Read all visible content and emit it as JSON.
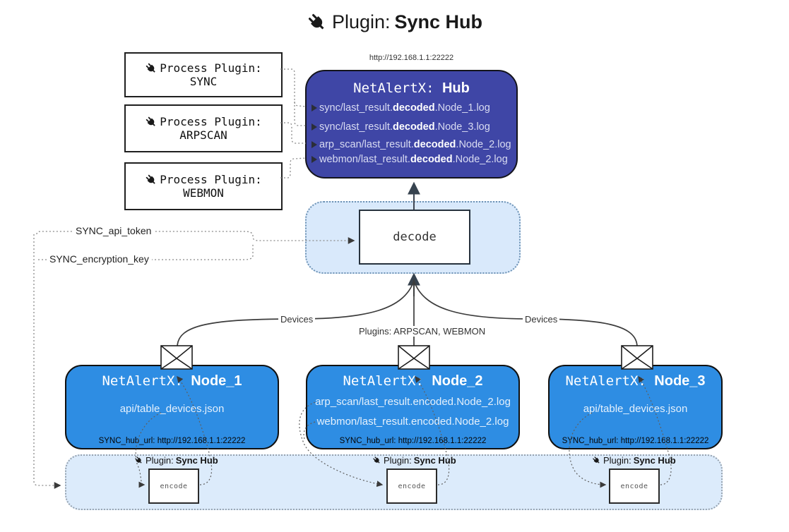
{
  "title": {
    "prefix": "Plugin: ",
    "bold": "Sync Hub"
  },
  "hub_url_top": "http://192.168.1.1:22222",
  "process_plugins": [
    {
      "line1": "Process Plugin:",
      "line2": "SYNC"
    },
    {
      "line1": "Process Plugin:",
      "line2": "ARPSCAN"
    },
    {
      "line1": "Process Plugin:",
      "line2": "WEBMON"
    }
  ],
  "hub": {
    "title_prefix": "NetAlertX: ",
    "title_bold": "Hub",
    "files": [
      {
        "pre": "sync/last_result.",
        "bold": "decoded",
        "post": ".Node_1.log"
      },
      {
        "pre": "sync/last_result.",
        "bold": "decoded",
        "post": ".Node_3.log"
      },
      {
        "pre": "arp_scan/last_result.",
        "bold": "decoded",
        "post": ".Node_2.log"
      },
      {
        "pre": "webmon/last_result.",
        "bold": "decoded",
        "post": ".Node_2.log"
      }
    ]
  },
  "decode": {
    "label": "decode"
  },
  "config": {
    "api_token": "SYNC_api_token",
    "encryption_key": "SYNC_encryption_key"
  },
  "edge_labels": {
    "left": "Devices",
    "middle": "Plugins: ARPSCAN, WEBMON",
    "right": "Devices"
  },
  "nodes": [
    {
      "title_prefix": "NetAlertX: ",
      "title_bold": "Node_1",
      "files": [
        "api/table_devices.json"
      ],
      "hub_url": "SYNC_hub_url: http://192.168.1.1:22222"
    },
    {
      "title_prefix": "NetAlertX: ",
      "title_bold": "Node_2",
      "files": [
        "arp_scan/last_result.encoded.Node_2.log",
        "webmon/last_result.encoded.Node_2.log"
      ],
      "hub_url": "SYNC_hub_url: http://192.168.1.1:22222"
    },
    {
      "title_prefix": "NetAlertX: ",
      "title_bold": "Node_3",
      "files": [
        "api/table_devices.json"
      ],
      "hub_url": "SYNC_hub_url: http://192.168.1.1:22222"
    }
  ],
  "encode_panel": {
    "sections": [
      {
        "label_prefix": "Plugin: ",
        "label_bold": "Sync Hub",
        "box_label": "encode"
      },
      {
        "label_prefix": "Plugin: ",
        "label_bold": "Sync Hub",
        "box_label": "encode"
      },
      {
        "label_prefix": "Plugin: ",
        "label_bold": "Sync Hub",
        "box_label": "encode"
      }
    ]
  },
  "colors": {
    "hub_bg": "#3f46a6",
    "node_bg": "#2e8de3",
    "panel_bg": "#d9e9fb",
    "line": "#3c3c3c",
    "dotted": "#8a8a8a"
  }
}
